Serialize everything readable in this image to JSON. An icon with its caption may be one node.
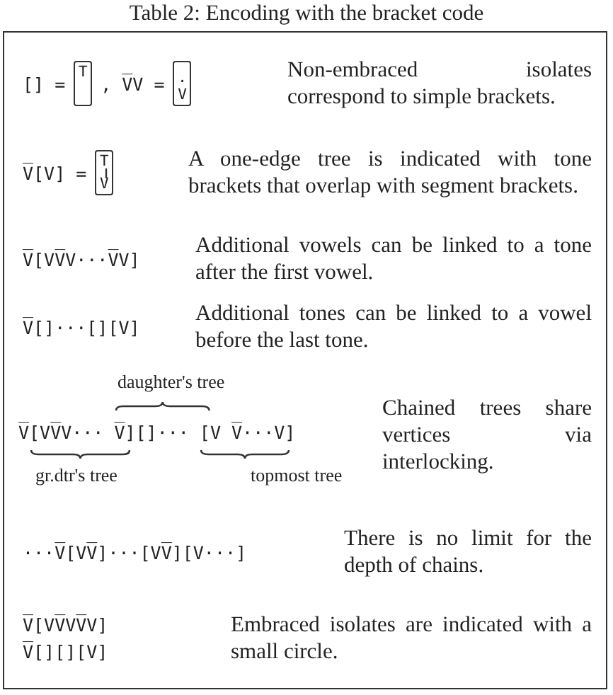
{
  "diagram": {
    "title": "Table 2: Encoding with the bracket code",
    "nodes": [
      {
        "text": [
          "T"
        ]
      },
      {
        "text": [
          ".",
          "V"
        ]
      },
      {
        "text": [
          "T",
          "V"
        ]
      }
    ],
    "labels": [
      "[] =",
      ", V̅V =",
      "Non-embraced isolates correspond to simple brackets.",
      "V̅[V] =",
      "A one-edge tree is indicated with tone brackets that overlap with segment brackets.",
      "V̅[VV̅V···V̅V]",
      "Additional vowels can be linked to a tone after the first vowel.",
      "V̅[]···[][V]",
      "Additional tones can be linked to a vowel before the last tone.",
      "daughter's tree",
      "V̅[VV̅V··· V̅][]··· [V V̅···V]",
      "gr.dtr's tree",
      "topmost tree",
      "Chained trees share vertices via interlocking.",
      "···V̅[VV̅]···[VV̅][V···]",
      "There is no limit for the depth of chains.",
      "V̅[VV̅VV̅V]",
      "V̅[][][V]",
      "Embraced isolates are indicated with a small circle."
    ]
  }
}
